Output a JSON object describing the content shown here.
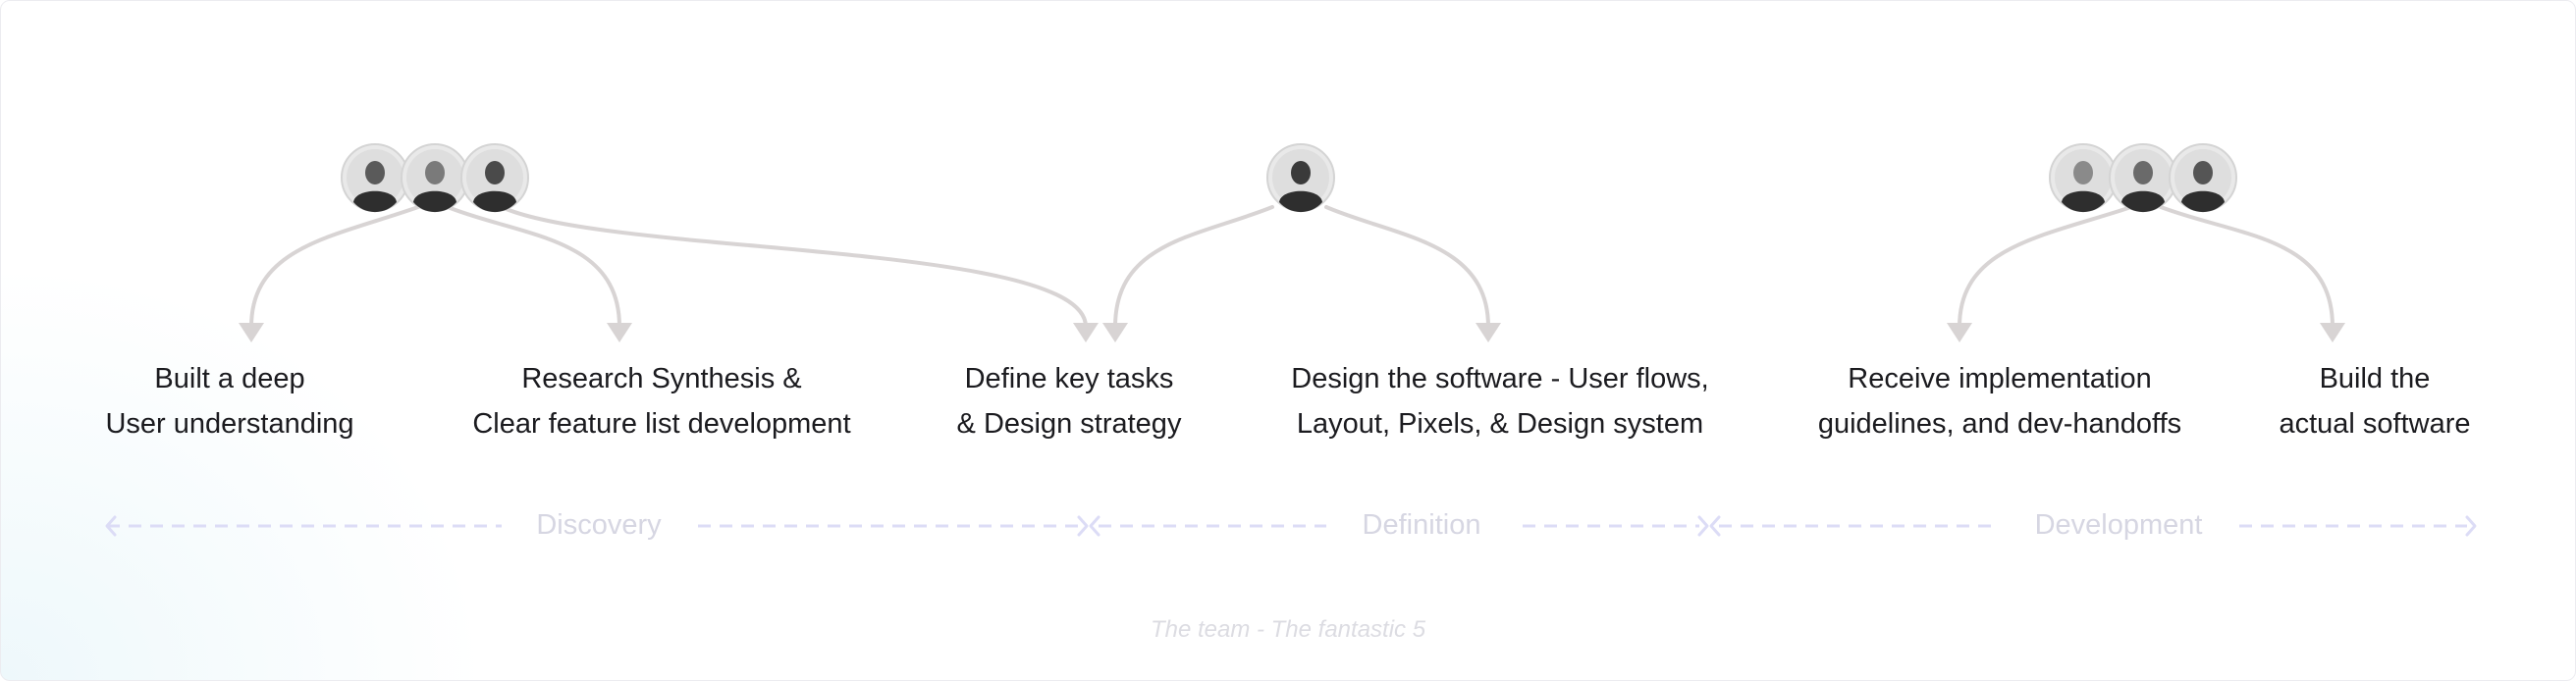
{
  "steps": [
    {
      "line1": "Built a deep",
      "line2": "User understanding"
    },
    {
      "line1": "Research Synthesis &",
      "line2": "Clear feature list development"
    },
    {
      "line1": "Define key tasks",
      "line2": "& Design strategy"
    },
    {
      "line1": "Design the software - User flows,",
      "line2": "Layout, Pixels, & Design system"
    },
    {
      "line1": "Receive implementation",
      "line2": "guidelines, and dev-handoffs"
    },
    {
      "line1": "Build the",
      "line2": "actual software"
    }
  ],
  "phases": [
    "Discovery",
    "Definition",
    "Development"
  ],
  "caption": "The team - The fantastic 5",
  "colors": {
    "connector": "#d8d4d4",
    "phase_line": "#dcdcf6",
    "phase_text": "#d6d6e2",
    "text": "#1b1b1f"
  },
  "avatars": {
    "discovery": [
      "team-member-avatar",
      "team-member-avatar",
      "team-member-avatar"
    ],
    "definition": [
      "team-member-avatar"
    ],
    "development": [
      "team-member-avatar",
      "team-member-avatar",
      "team-member-avatar"
    ]
  }
}
